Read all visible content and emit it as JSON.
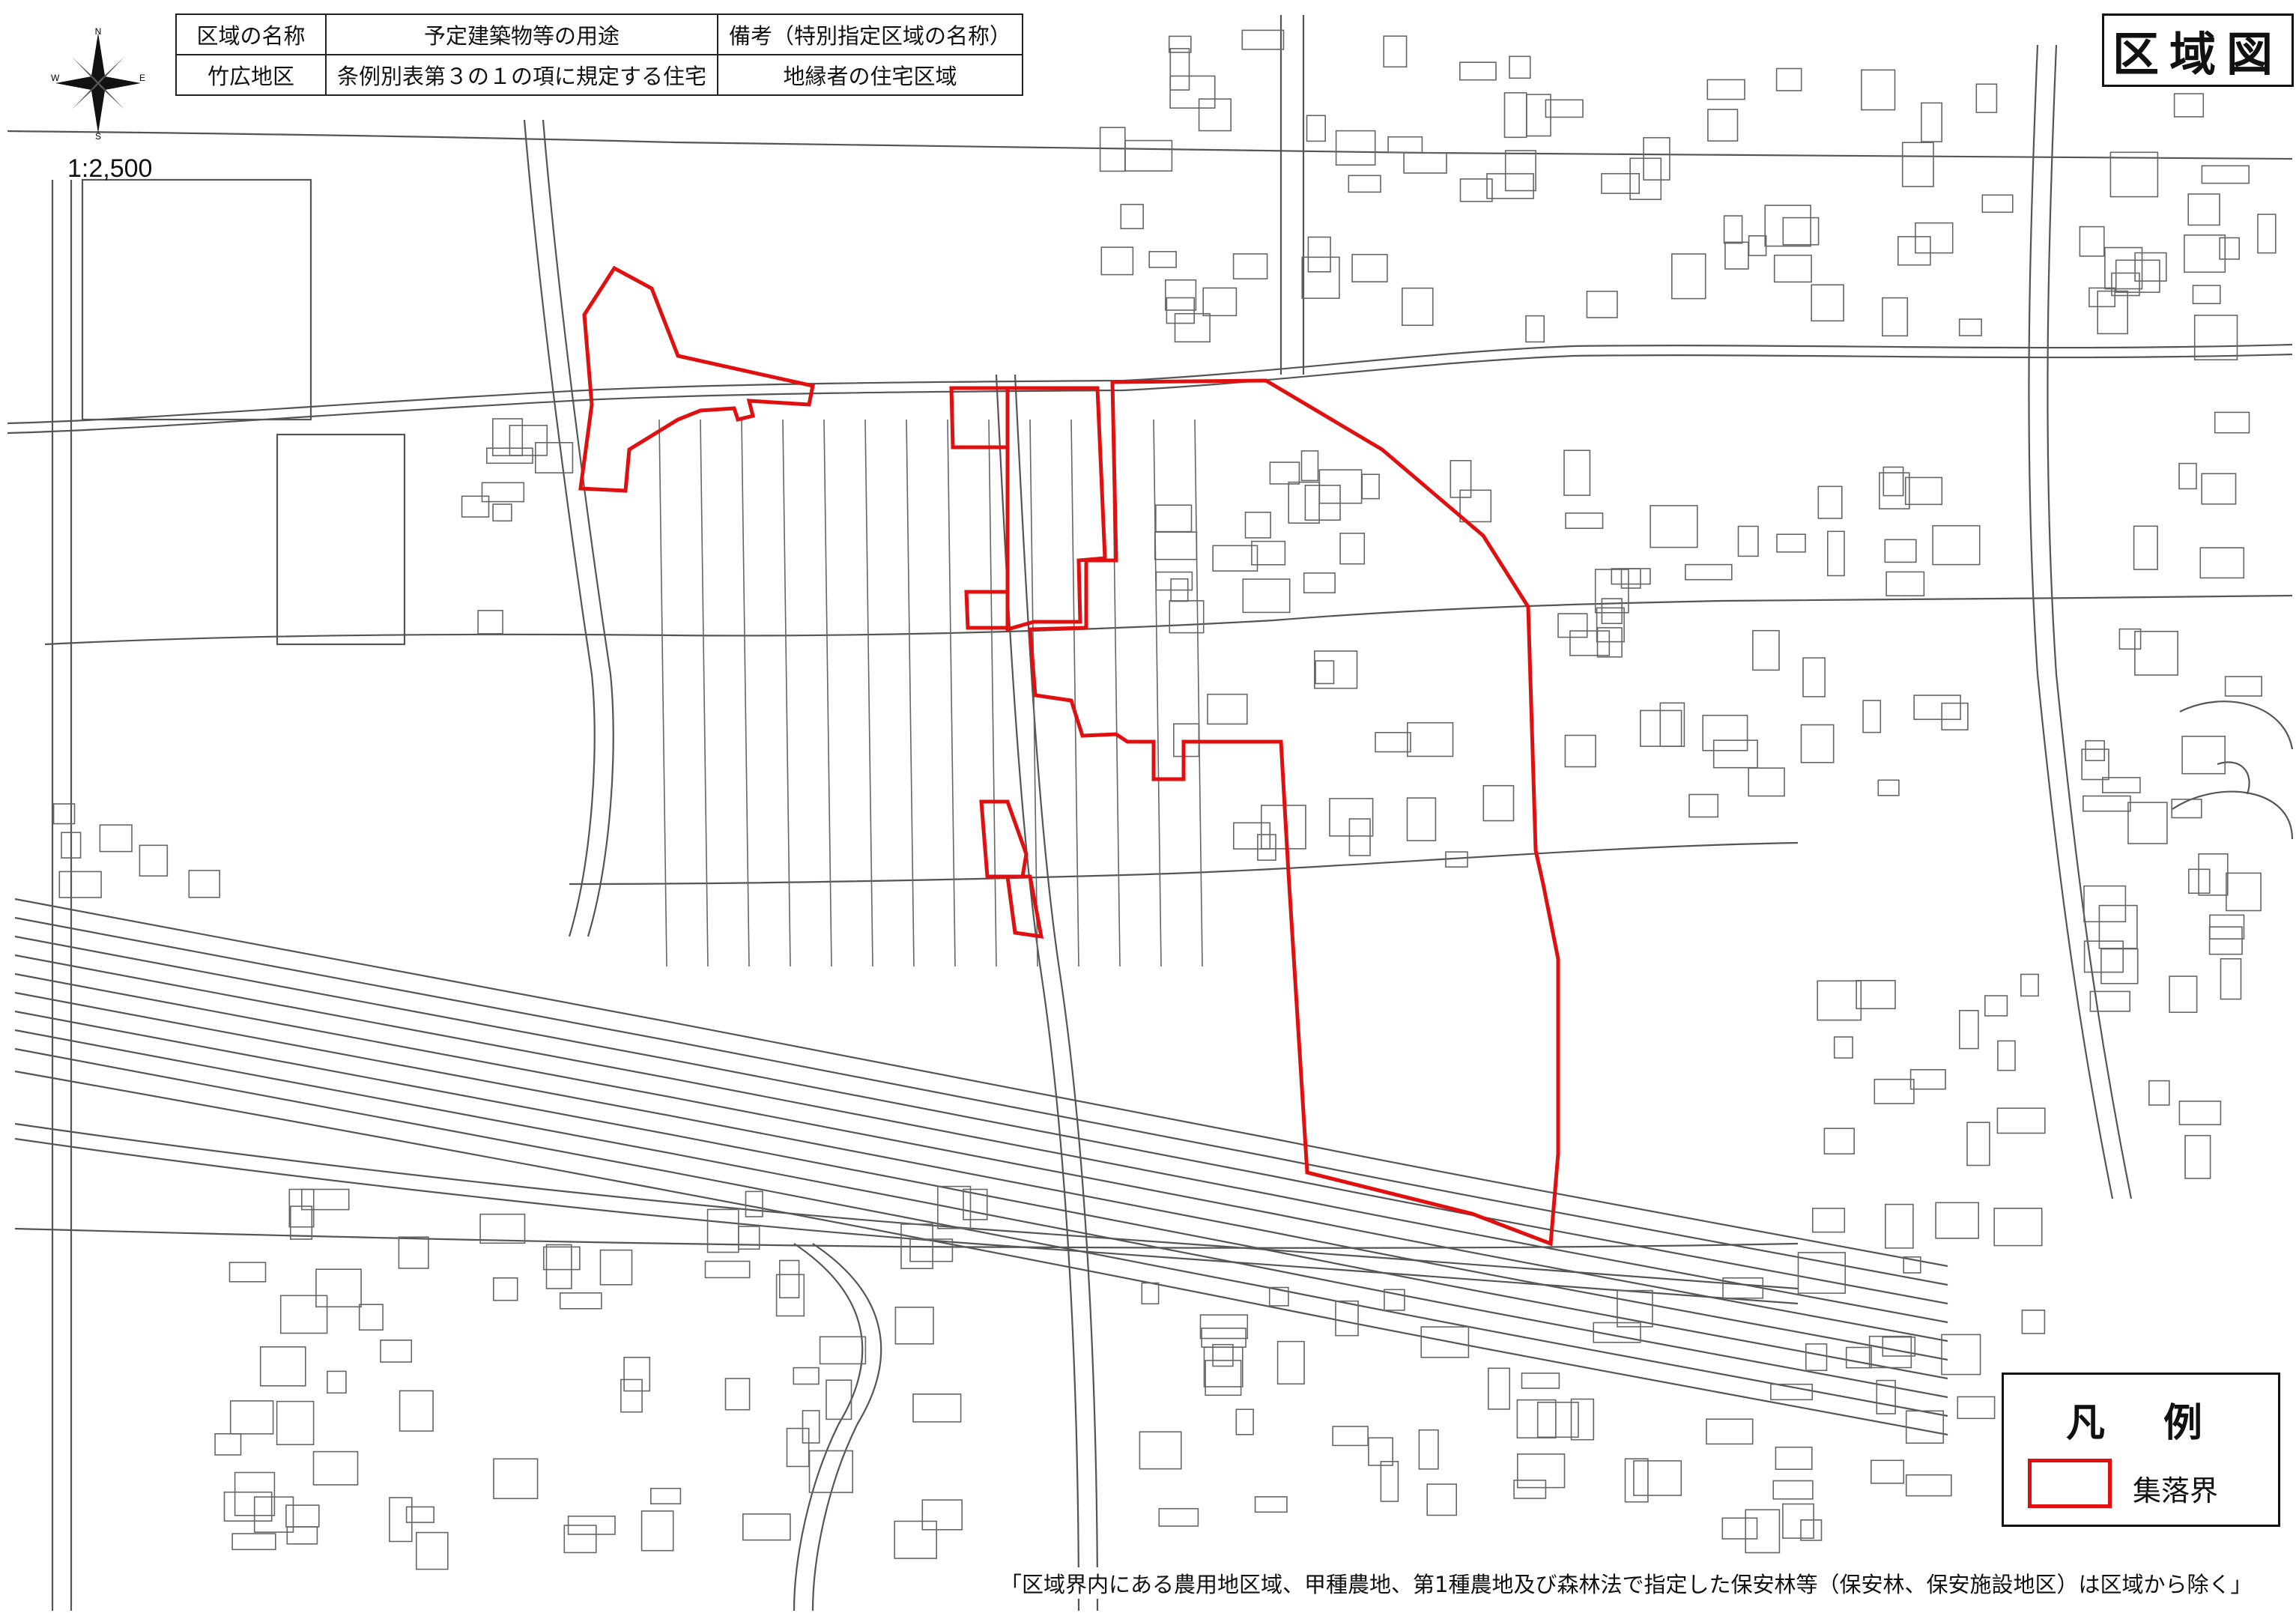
{
  "info_table": {
    "header": {
      "area_name": "区域の名称",
      "building_use": "予定建築物等の用途",
      "remarks": "備考（特別指定区域の名称）"
    },
    "row": {
      "area_name": "竹広地区",
      "building_use": "条例別表第３の１の項に規定する住宅",
      "remarks": "地縁者の住宅区域"
    }
  },
  "title": "区域図",
  "scale": "1:2,500",
  "compass": {
    "n": "N",
    "s": "S",
    "e": "E",
    "w": "W"
  },
  "legend": {
    "title": "凡例",
    "items": [
      {
        "label": "集落界",
        "color": "#e01010"
      }
    ]
  },
  "footnote": "「区域界内にある農用地区域、甲種農地、第1種農地及び森林法で指定した保安林等（保安林、保安施設地区）は区域から除く」",
  "colors": {
    "boundary": "#e01010",
    "map_line": "#555555"
  },
  "icons": [
    "compass-rose-icon"
  ]
}
